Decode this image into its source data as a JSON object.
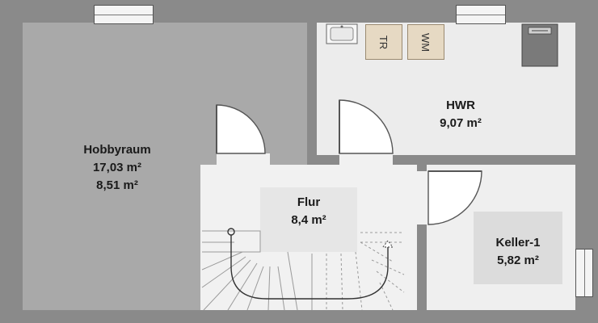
{
  "rooms": {
    "hobbyraum": {
      "name": "Hobbyraum",
      "area1": "17,03 m²",
      "area2": "8,51 m²"
    },
    "hwr": {
      "name": "HWR",
      "area": "9,07 m²"
    },
    "flur": {
      "name": "Flur",
      "area": "8,4 m²"
    },
    "keller": {
      "name": "Keller-1",
      "area": "5,82 m²"
    }
  },
  "appliances": {
    "dryer": "TR",
    "washer": "WM"
  },
  "icons": [
    "sink-icon",
    "boiler-icon",
    "stair-arrow-icon"
  ],
  "colors": {
    "wall": "#8a8a8a",
    "floor_light": "#f0f0f0",
    "floor_hobby": "#a9a9a9",
    "label_box": "#e2e2e2"
  }
}
